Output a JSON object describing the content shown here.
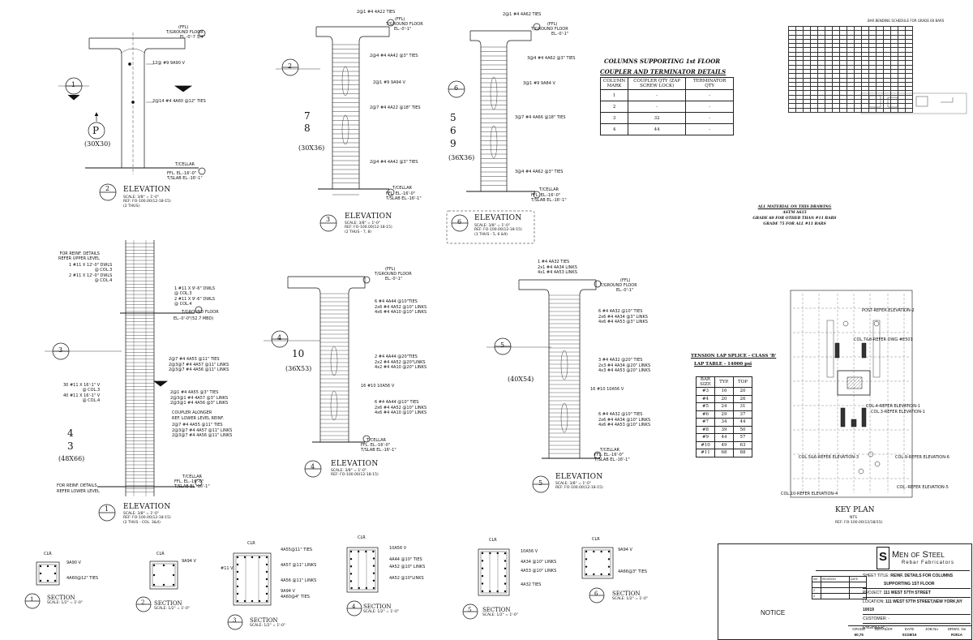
{
  "c1": {
    "callout_num": "1",
    "mark": "P",
    "size": "(30X30)",
    "floor": "(FFL)",
    "floor2": "T/GROUND FLOOR",
    "floor_el": "EL.-0'-7 3/4\"",
    "bar1": "12@ #9 9A90 V",
    "bar2": "2@14 #4 4A60 @12\" TIES",
    "cellar": "T/CELLAR",
    "ffl": "FFL. EL.-16'-0\"",
    "slab": "T/SLAB EL.-16'-1\"",
    "el_num": "2",
    "title": "ELEVATION",
    "scale": "SCALE: 3/8\" = 1'-0\"",
    "ref": "REF: FO-100.00(12-18-15)",
    "thus": "(2 THUS)"
  },
  "c2": {
    "callout_num": "2",
    "marks": [
      "7",
      "8"
    ],
    "size": "(30X36)",
    "ties_top": "2@1 #4 4A22 TIES",
    "floor": "(FFL)",
    "floor2": "T/GROUND FLOOR",
    "floor_el": "EL.-0'-1\"",
    "b1": "2@4 #4 4A42 @3\" TIES",
    "b2": "2@1 #9 9A94 V",
    "b3": "2@7 #4 4A22 @18\" TIES",
    "b4": "2@4 #4 4A42 @3\" TIES",
    "cellar": "T/CELLAR",
    "ffl": "FFL. EL.-16'-0\"",
    "slab": "T/SLAB EL.-16'-1\"",
    "el_num": "3",
    "title": "ELEVATION",
    "scale": "SCALE: 3/8\" = 1'-0\"",
    "ref": "REF: FO-100.00(12-18-15)",
    "thus": "(2 THUS - 7, 8)"
  },
  "c3": {
    "callout_num": "6",
    "marks": [
      "5",
      "6",
      "9"
    ],
    "size": "(36X36)",
    "ties_top": "2@1 #4 4A62 TIES",
    "floor": "(FFL)",
    "floor2": "T/GROUND FLOOR",
    "floor_el": "EL.-0'-1\"",
    "b1": "3@4 #4 4A62 @3\" TIES",
    "b2": "3@1 #9 9A84 V",
    "b3": "3@7 #4 4A66 @18\" TIES",
    "b4": "3@4 #4 4A62 @3\" TIES",
    "cellar": "T/CELLAR",
    "ffl": "FFL. EL.-16'-0\"",
    "slab": "T/SLAB EL.-16'-1\"",
    "el_num": "6",
    "title": "ELEVATION",
    "scale": "SCALE: 3/8\" = 1'-0\"",
    "ref": "REF: FO-100.00(12-18-15)",
    "thus": "(3 THUS - 5, 6 &9)"
  },
  "coupler": {
    "heading1": "COLUMNS SUPPORTING 1st FLOOR",
    "heading2": "COUPLER  AND TERMINATOR DETAILS",
    "headers": [
      "COLUMN MARK",
      "COUPLER QTY (ZAP SCREW LOCK)",
      "TERMINATOR QTY"
    ],
    "rows": [
      [
        "1",
        "-",
        "-"
      ],
      [
        "2",
        "-",
        "-"
      ],
      [
        "3",
        "32",
        "-"
      ],
      [
        "4",
        "44",
        "-"
      ]
    ]
  },
  "material": [
    "ALL MATERIAL ON THIS DRAWING",
    "ASTM A615",
    "GRADE 60 FOR OTHER THAN #11 BARS",
    "GRADE 75 FOR ALL #11 BARS"
  ],
  "bbs_title": "BAR BENDING SCHEDULE FOR GRADE 60 BARS",
  "c4": {
    "callout_num": "3",
    "marks": [
      "4",
      "3"
    ],
    "size": "(48X66)",
    "note_top": [
      "FOR REINF. DETAILS",
      "REFER UPPER LEVEL"
    ],
    "dwls": [
      "1 #11 X 12'-0\" DWLS",
      "@ COL.3",
      "2 #11 X 12'-0\" DWLS",
      "@ COL.4"
    ],
    "dwls2": [
      "1 #11 X 9'-6\" DWLS",
      "@ COL.3",
      "2 #11 X 9'-6\" DWLS",
      "@ COL.4"
    ],
    "floor2": "T/GROUND FLOOR",
    "floor_el": "EL.-0'-0\"(52.7 MBD)",
    "t1": "2@7 #4 4A55 @11\" TIES",
    "t2": "2@3@7 #4 4A57 @11\" LINKS",
    "t3": "2@3@7 #4 4A56 @11\" LINKS",
    "v1": [
      "30 #11 X 16'-1\" V",
      "@ COL.3",
      "40 #11 X 16'-1\" V",
      "@ COL.4"
    ],
    "t4": "2@1 #4 4A55 @3\" TIES",
    "t5": "2@3@1 #4 4A57 @3\" LINKS",
    "t6": "2@3@1 #4 4A56 @3\" LINKS",
    "coupler": [
      "COUPLER ALONGER",
      "REF. LOWER LEVEL REINF."
    ],
    "t7": "2@7 #4 4A55 @11\" TIES",
    "t8": "2@3@7 #4 4A57 @11\" LINKS",
    "t9": "2@3@7 #4 4A56 @11\" LINKS",
    "note_bot": [
      "FOR REINF. DETAILS",
      "REFER LOWER LEVEL"
    ],
    "cellar": "T/CELLAR",
    "ffl": "FFL. EL.-16'-0\"",
    "slab": "T/SLAB EL.-16'-1\"",
    "el_num": "1",
    "title": "ELEVATION",
    "scale": "SCALE: 3/8\" = 1'-0\"",
    "ref": "REF: FO-100.00(12-18-15)",
    "thus": "(2 THUS - COL. 3&4)"
  },
  "c5": {
    "callout_num": "4",
    "mark": "10",
    "size": "(36X53)",
    "floor": "(FFL)",
    "floor2": "T/GROUND FLOOR",
    "floor_el": "EL.-0'-1\"",
    "a1": "6 #4 4A44 @10\"TIES",
    "a2": "2x6 #4 4A52 @10\" LINKS",
    "a3": "4x6 #4 4A10 @10\" LINKS",
    "b1": "2 #4 4A44 @20\"TIES",
    "b2": "2x2 #4 4A52 @20\"LINKS",
    "b3": "4x2 #4 4A10 @20\" LINKS",
    "v": "16 #10 10A56 V",
    "c1": "6 #4 4A44 @10\" TIES",
    "c2": "2x6 #4 4A52 @10\" LINKS",
    "c3": "4x6 #4 4A10 @10\" LINKS",
    "cellar": "T/CELLAR",
    "ffl": "FFL. EL.-16'-0\"",
    "slab": "T/SLAB EL.-16'-1\"",
    "el_num": "4",
    "title": "ELEVATION",
    "scale": "SCALE: 3/8\" = 1'-0\"",
    "ref": "REF: FO-100.00(12-18-15)"
  },
  "c6": {
    "callout_num": "5",
    "size": "(40X54)",
    "top1": "1 #4 4A32 TIES",
    "top2": "2x1 #4 4A34 LINKS",
    "top3": "4x1 #4 4A53 LINKS",
    "floor": "(FFL)",
    "floor2": "T/GROUND FLOOR",
    "floor_el": "EL.-0'-1\"",
    "a1": "6 #4 4A32 @10\" TIES",
    "a2": "2x6 #4 4A34 @3\" LINKS",
    "a3": "4x6 #4 4A53 @3\" LINKS",
    "b1": "3 #4 4A32 @20\" TIES",
    "b2": "2x3 #4 4A34 @20\" LINKS",
    "b3": "4x3 #4 4A53 @20\" LINKS",
    "v": "16 #10 10A56 V",
    "c1": "6 #4 4A32 @10\" TIES",
    "c2": "2x6 #4 4A34 @10\" LINKS",
    "c3": "4x6 #4 4A53 @10\" LINKS",
    "cellar": "T/CELLAR",
    "ffl": "FFL. EL.-16'-0\"",
    "slab": "T/SLAB EL.-16'-1\"",
    "el_num": "5",
    "title": "ELEVATION",
    "scale": "SCALE: 3/8\" = 1'-0\"",
    "ref": "REF: FO-100.00(12-18-15)"
  },
  "lap": {
    "heading": "TENSION LAP SPLICE - CLASS 'B'",
    "sub": "LAP TABLE - 14000 psi",
    "headers": [
      "BAR SIZE",
      "TYP.",
      "TOP"
    ],
    "rows": [
      [
        "#3",
        "16",
        "20"
      ],
      [
        "#4",
        "20",
        "26"
      ],
      [
        "#5",
        "24",
        "31"
      ],
      [
        "#6",
        "29",
        "37"
      ],
      [
        "#7",
        "34",
        "44"
      ],
      [
        "#8",
        "39",
        "50"
      ],
      [
        "#9",
        "44",
        "57"
      ],
      [
        "#10",
        "49",
        "63"
      ],
      [
        "#11",
        "68",
        "88"
      ]
    ]
  },
  "keyplan": {
    "title": "KEY PLAN",
    "nts": "NTS",
    "ref": "REF: FO-100.00(12/18/15)",
    "labels": [
      "POST-REFER ELEVATION-2",
      "COL.7&8-REFER DWG #E501",
      "COL.4-REFER ELEVATION-1",
      "COL.3-REFER ELEVATION-1",
      "COL.5&6-REFER ELEVATION-3",
      "COL.9-REFER ELEVATION-6",
      "COL.10-REFER ELEVATION-4",
      "COL.-REFER ELEVATION-5"
    ]
  },
  "sections": [
    {
      "num": "1",
      "clr": "CLR",
      "bars": [
        "9A90 V",
        "4A60@12\" TIES"
      ],
      "title": "SECTION",
      "scale": "SCALE: 1/2\" = 1'-0\""
    },
    {
      "num": "2",
      "clr": "CLR",
      "bars": [
        "9A94 V"
      ],
      "title": "SECTION",
      "scale": "SCALE: 1/2\" = 1'-0\""
    },
    {
      "num": "3",
      "clr": "CLR",
      "bars": [
        "4A55@11\" TIES",
        "4A57 @11\" LINKS",
        "4A56 @11\" LINKS",
        "9A94 V",
        "4A60@4\" TIES",
        "#11 V"
      ],
      "title": "SECTION",
      "scale": "SCALE: 1/2\" = 1'-0\""
    },
    {
      "num": "4",
      "clr": "CLR",
      "bars": [
        "10A56 V",
        "4A44 @10\" TIES",
        "4A52 @10\" LINKS",
        "4A52 @10\"LINKS"
      ],
      "title": "SECTION",
      "scale": "SCALE: 1/2\" = 1'-0\""
    },
    {
      "num": "5",
      "clr": "CLR",
      "bars": [
        "10A56 V",
        "4A34 @10\" LINKS",
        "4A53 @10\" LINKS",
        "4A32 TIES"
      ],
      "title": "SECTION",
      "scale": "SCALE: 1/2\" = 1'-0\""
    },
    {
      "num": "6",
      "clr": "CLR",
      "bars": [
        "9A94 V",
        "4A66@3\" TIES"
      ],
      "title": "SECTION",
      "scale": "SCALE: 1/2\" = 1'-0\""
    }
  ],
  "titleblock": {
    "company": "Men of Steel",
    "tagline": "Rebar Fabricators",
    "notice_title": "NOTICE",
    "sheet_title_label": "SHEET TITLE:",
    "sheet_title": "REINF. DETAILS FOR COLUMNS",
    "sheet_title2": "SUPPORTING 1ST FLOOR",
    "project_label": "PROJECT:",
    "project": "111 WEST 57TH STREET",
    "location_label": "LOCATION:",
    "location": "111 WEST 57TH STREET,NEW YORK,NY 10019",
    "customer_label": "CUSTOMER:",
    "customer": "-",
    "engineer_label": "ENGINEER:",
    "engineer": "-",
    "cols": [
      "GRADE",
      "DETAILER",
      "DATE",
      "JOB No",
      "DRWG. No"
    ],
    "vals": [
      "60,75",
      "",
      "01/28/16",
      "",
      "R301A"
    ],
    "rev_headers": [
      "NO.",
      "REVISION",
      "DATE"
    ],
    "revs": [
      [
        "2",
        "",
        ""
      ],
      [
        "3",
        "",
        ""
      ]
    ]
  }
}
